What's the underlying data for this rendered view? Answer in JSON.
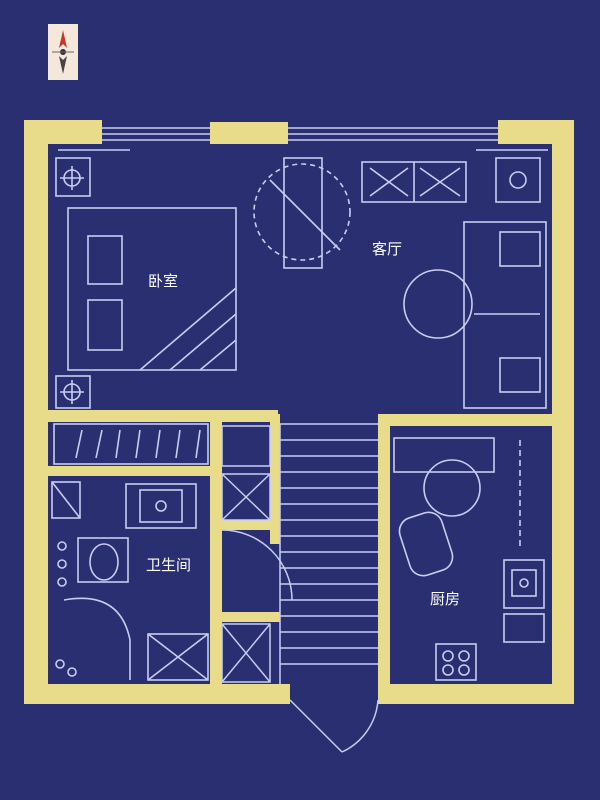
{
  "colors": {
    "background": "#2a2f72",
    "wall": "#e8dc8a",
    "line": "#c9cdf2",
    "compass_bg": "#f4e8dc",
    "compass_accent": "#c0392b"
  },
  "compass": {
    "icon": "compass-rose-icon"
  },
  "rooms": {
    "bedroom": "卧室",
    "living_room": "客厅",
    "bathroom": "卫生间",
    "kitchen": "厨房"
  }
}
